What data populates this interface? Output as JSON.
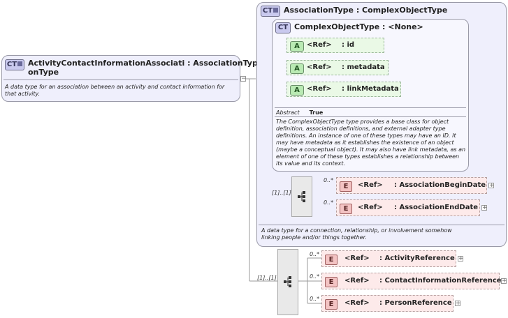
{
  "root": {
    "badge": "CT",
    "title_line1": "ActivityContactInformationAssociati : AssociationType",
    "title_line2": "onType",
    "description": "A data type for an association between an activity and contact information for that activity."
  },
  "association_type": {
    "badge": "CT",
    "title": "AssociationType : ComplexObjectType",
    "description": "A data type for a connection, relationship, or involvement somehow linking people and/or things together."
  },
  "complex_object_type": {
    "badge": "CT",
    "title": "ComplexObjectType : <None>",
    "attributes": [
      {
        "badge": "A",
        "ref": "<Ref>",
        "name": ": id"
      },
      {
        "badge": "A",
        "ref": "<Ref>",
        "name": ": metadata"
      },
      {
        "badge": "A",
        "ref": "<Ref>",
        "name": ": linkMetadata"
      }
    ],
    "abstract_label": "Abstract",
    "abstract_value": "True",
    "description": "The ComplexObjectType type provides a base class for object definition, association definitions, and external adapter type definitions. An instance of one of these types may have an ID. It may have metadata as it establishes the existence of an object (maybe a conceptual object). It may also have link metadata, as an element of one of these types establishes a relationship between its value and its context."
  },
  "association_sequence": {
    "cardinality": "[1]..[1]",
    "elements": [
      {
        "badge": "E",
        "ref": "<Ref>",
        "name": ": AssociationBeginDate",
        "multiplicity": "0..*"
      },
      {
        "badge": "E",
        "ref": "<Ref>",
        "name": ": AssociationEndDate",
        "multiplicity": "0..*"
      }
    ]
  },
  "root_sequence": {
    "cardinality": "[1]..[1]",
    "elements": [
      {
        "badge": "E",
        "ref": "<Ref>",
        "name": ": ActivityReference",
        "multiplicity": "0..*"
      },
      {
        "badge": "E",
        "ref": "<Ref>",
        "name": ": ContactInformationReference",
        "multiplicity": "0..*"
      },
      {
        "badge": "E",
        "ref": "<Ref>",
        "name": ": PersonReference",
        "multiplicity": "0..*"
      }
    ]
  },
  "expand_symbol": "+",
  "collapse_symbol": "−"
}
